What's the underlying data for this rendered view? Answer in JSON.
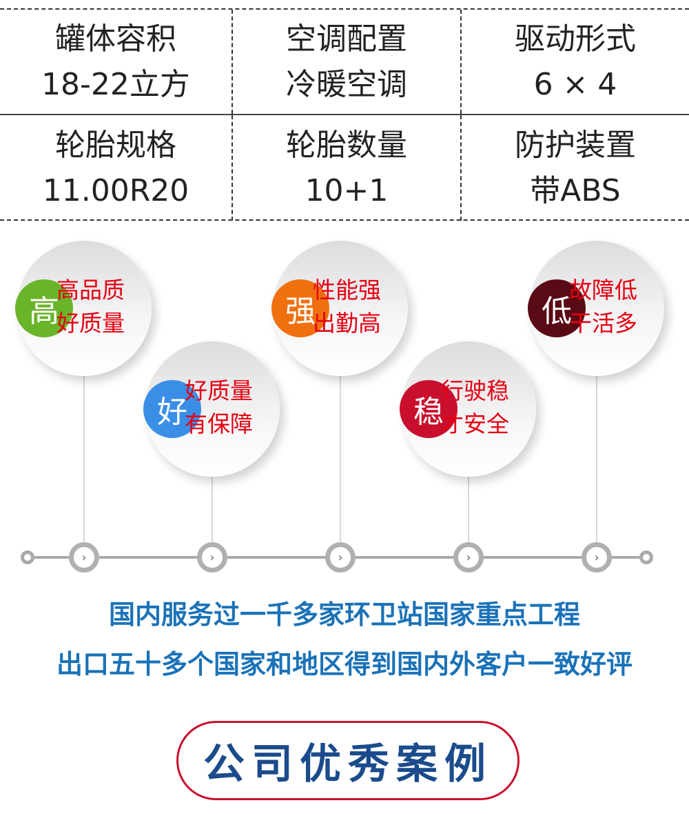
{
  "specs": [
    [
      {
        "label": "罐体容积",
        "value": "18-22立方"
      },
      {
        "label": "空调配置",
        "value": "冷暖空调"
      },
      {
        "label": "驱动形式",
        "value": "6 × 4"
      }
    ],
    [
      {
        "label": "轮胎规格",
        "value": "11.00R20"
      },
      {
        "label": "轮胎数量",
        "value": "10+1"
      },
      {
        "label": "防护装置",
        "value": "带ABS"
      }
    ]
  ],
  "features": [
    {
      "badge": "高",
      "line1": "高品质",
      "line2": "好质量",
      "color": "#6ab42a"
    },
    {
      "badge": "好",
      "line1": "好质量",
      "line2": "有保障",
      "color": "#3a8ee6"
    },
    {
      "badge": "强",
      "line1": "性能强",
      "line2": "出勤高",
      "color": "#f07010"
    },
    {
      "badge": "稳",
      "line1": "行驶稳",
      "line2": "才安全",
      "color": "#c8102e"
    },
    {
      "badge": "低",
      "line1": "故障低",
      "line2": "干活多",
      "color": "#5a0a14"
    }
  ],
  "slogans": [
    "国内服务过一千多家环卫站国家重点工程",
    "出口五十多个国家和地区得到国内外客户一致好评"
  ],
  "section_title": "公司优秀案例",
  "colors": {
    "feature_text": "#e60012",
    "slogan": "#1a72b8",
    "title": "#1b4b8c",
    "title_border": "#c8102e"
  }
}
